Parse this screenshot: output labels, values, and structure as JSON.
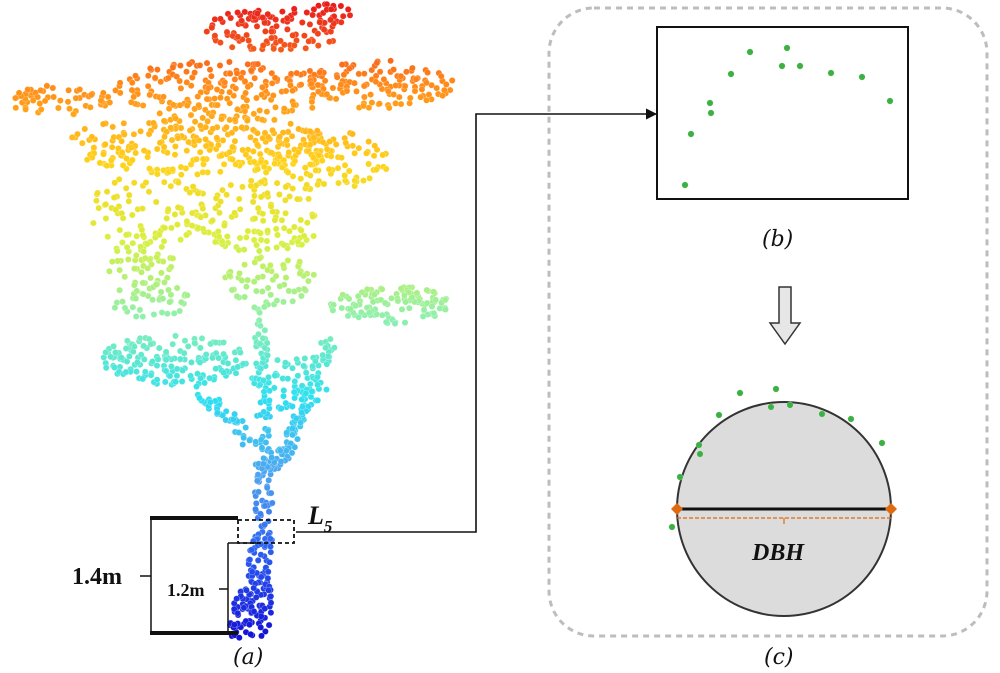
{
  "labels": {
    "panel_a": "(a)",
    "panel_b": "(b)",
    "panel_c": "(c)",
    "height_outer": "1.4m",
    "height_inner": "1.2m",
    "layer": "L",
    "layer_sub": "5",
    "dbh": "DBH"
  },
  "colors": {
    "gradient": [
      "#1414d6",
      "#2a5cf0",
      "#4fa3f0",
      "#2ee0f0",
      "#8ef0b0",
      "#d8f040",
      "#ffd21a",
      "#ff8a1a",
      "#e81c1c"
    ],
    "points": "#3cb043",
    "diameter_marker": "#e06a10",
    "circle_fill": "#dcdcdc",
    "frame": "#bdbdbd"
  },
  "icons": {
    "process_arrow": "hollow-down-arrow-icon",
    "connector": "elbow-arrow-icon"
  }
}
